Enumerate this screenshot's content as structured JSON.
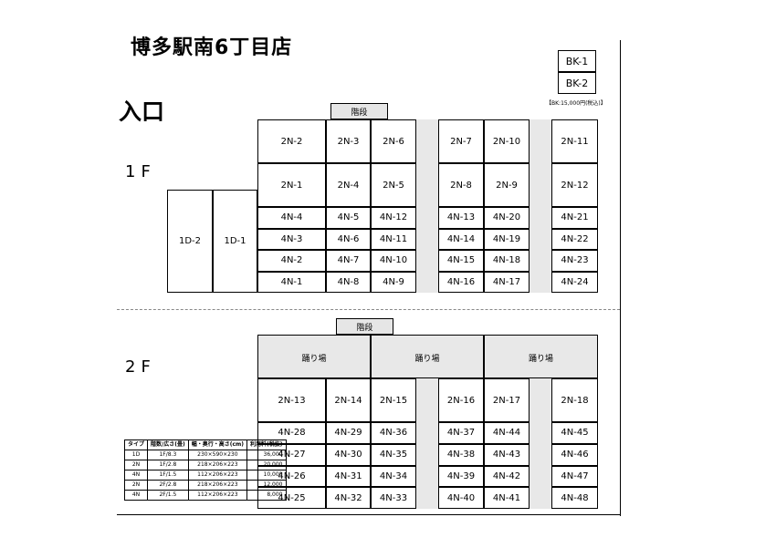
{
  "title": "博多駅南6丁目店",
  "entrance": "入口",
  "floor1": "1F",
  "floor2": "2F",
  "stairs": "階段",
  "landing": "踊り場",
  "bk": {
    "items": [
      "BK-1",
      "BK-2"
    ],
    "note": "【BK:15,000円(税込)】"
  },
  "f1": {
    "big_top": [
      "2N-2",
      "2N-3",
      "2N-6",
      "2N-7",
      "2N-10",
      "2N-11"
    ],
    "big_bottom": [
      "2N-1",
      "2N-4",
      "2N-5",
      "2N-8",
      "2N-9",
      "2N-12"
    ],
    "rows": [
      [
        "4N-4",
        "4N-5",
        "4N-12",
        "4N-13",
        "4N-20",
        "4N-21"
      ],
      [
        "4N-3",
        "4N-6",
        "4N-11",
        "4N-14",
        "4N-19",
        "4N-22"
      ],
      [
        "4N-2",
        "4N-7",
        "4N-10",
        "4N-15",
        "4N-18",
        "4N-23"
      ],
      [
        "4N-1",
        "4N-8",
        "4N-9",
        "4N-16",
        "4N-17",
        "4N-24"
      ]
    ],
    "d": [
      "1D-2",
      "1D-1"
    ]
  },
  "f2": {
    "big": [
      "2N-13",
      "2N-14",
      "2N-15",
      "2N-16",
      "2N-17",
      "2N-18"
    ],
    "rows": [
      [
        "4N-28",
        "4N-29",
        "4N-36",
        "4N-37",
        "4N-44",
        "4N-45"
      ],
      [
        "4N-27",
        "4N-30",
        "4N-35",
        "4N-38",
        "4N-43",
        "4N-46"
      ],
      [
        "4N-26",
        "4N-31",
        "4N-34",
        "4N-39",
        "4N-42",
        "4N-47"
      ],
      [
        "4N-25",
        "4N-32",
        "4N-33",
        "4N-40",
        "4N-41",
        "4N-48"
      ]
    ]
  },
  "price_table": {
    "headers": [
      "タイプ",
      "階数/広さ(畳)",
      "幅・奥行・高さ(cm)",
      "利用料(税抜)"
    ],
    "rows": [
      [
        "1D",
        "1F/8.3",
        "230×590×230",
        "36,000"
      ],
      [
        "2N",
        "1F/2.8",
        "218×206×223",
        "20,000"
      ],
      [
        "4N",
        "1F/1.5",
        "112×206×223",
        "10,000"
      ],
      [
        "2N",
        "2F/2.8",
        "218×206×223",
        "12,000"
      ],
      [
        "4N",
        "2F/1.5",
        "112×206×223",
        "8,000"
      ]
    ]
  }
}
